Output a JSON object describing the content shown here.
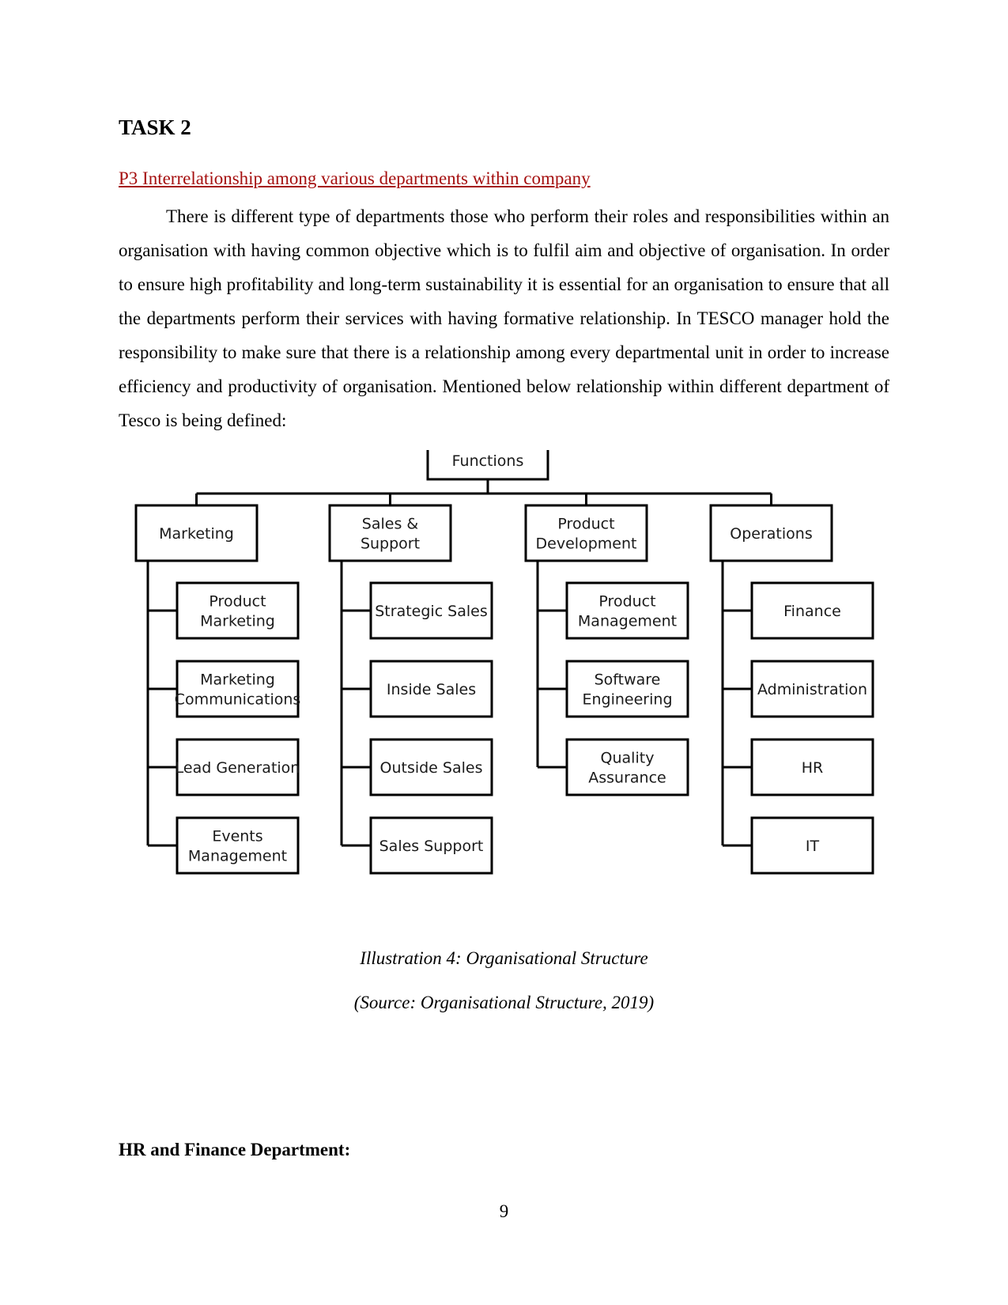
{
  "page": {
    "heading": "TASK 2",
    "subheading": "P3 Interrelationship among various departments within company",
    "paragraph": "There is different type of departments those who perform their roles and responsibilities within an organisation with having common objective which is to fulfil aim and objective of organisation. In order to ensure high profitability and long-term sustainability it is essential for an organisation to ensure that all the departments perform their services with having formative relationship. In TESCO manager hold the responsibility to make sure that there is a relationship among every departmental unit in order to increase efficiency and productivity of organisation. Mentioned below relationship within different department of Tesco is being defined:",
    "caption": "Illustration 4: Organisational Structure",
    "source": "(Source: Organisational Structure, 2019)",
    "section_heading": "HR and Finance Department:",
    "page_number": "9"
  },
  "org_chart": {
    "root": "Functions",
    "departments": [
      {
        "name": "Marketing",
        "children": [
          "Product Marketing",
          "Marketing Communications",
          "Lead Generation",
          "Events Management"
        ]
      },
      {
        "name": "Sales & Support",
        "children": [
          "Strategic Sales",
          "Inside Sales",
          "Outside Sales",
          "Sales Support"
        ]
      },
      {
        "name": "Product Development",
        "children": [
          "Product Management",
          "Software Engineering",
          "Quality Assurance"
        ]
      },
      {
        "name": "Operations",
        "children": [
          "Finance",
          "Administration",
          "HR",
          "IT"
        ]
      }
    ]
  }
}
